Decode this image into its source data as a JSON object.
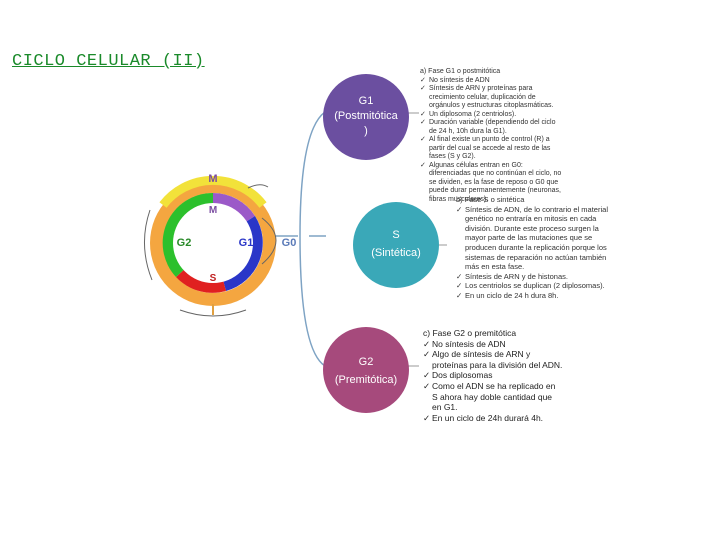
{
  "title": "CICLO CELULAR (II)",
  "wheel": {
    "label_m_outer": "M",
    "label_m_inner": "M",
    "label_g2": "G2",
    "label_g1": "G1",
    "label_g0": "G0",
    "label_s": "S"
  },
  "nodes": {
    "g1": {
      "line1": "G1",
      "line2": "(Postmitótica",
      "line3": ")",
      "color": "#6b4fa0"
    },
    "s": {
      "line1": "S",
      "line2": "(Sintética)",
      "color": "#3aa8b8"
    },
    "g2": {
      "line1": "G2",
      "line2": "(Premitótica)",
      "color": "#a64a7c"
    }
  },
  "panel_a": {
    "head": "a)   Fase G1 o postmitótica",
    "items": [
      "No síntesis de ADN",
      "Síntesis de ARN y proteínas para crecimiento celular, duplicación de orgánulos y estructuras citoplasmáticas.",
      "Un diplosoma (2 centriolos).",
      "Duración variable (dependiendo del ciclo de 24 h, 10h dura la G1).",
      "Al final existe un punto de control (R) a partir del cual se accede al resto de las fases (S y G2).",
      "Algunas células entran en G0: diferenciadas que no continúan el ciclo, no se dividen, es la fase de reposo o G0 que puede durar permanentemente (neuronas, fibras musculares)."
    ]
  },
  "panel_b": {
    "head": "b)   Fase S o sintética",
    "items": [
      "Síntesis de ADN, de lo contrario el material genético no entraría en mitosis en cada división. Durante este proceso surgen la mayor parte de las mutaciones que se producen durante la replicación porque los sistemas de reparación no actúan también más en esta fase.",
      "Síntesis de ARN y de histonas.",
      "Los centriolos se duplican (2 diplosomas).",
      "En un ciclo de 24 h dura 8h."
    ]
  },
  "panel_c": {
    "head": "c)   Fase G2 o premitótica",
    "items": [
      "No síntesis de ADN",
      "Algo de síntesis de ARN y proteínas para la división del ADN.",
      "Dos diplosomas",
      "Como el ADN se ha replicado en S ahora hay doble cantidad que en G1.",
      "En un ciclo de 24h durará 4h."
    ]
  }
}
